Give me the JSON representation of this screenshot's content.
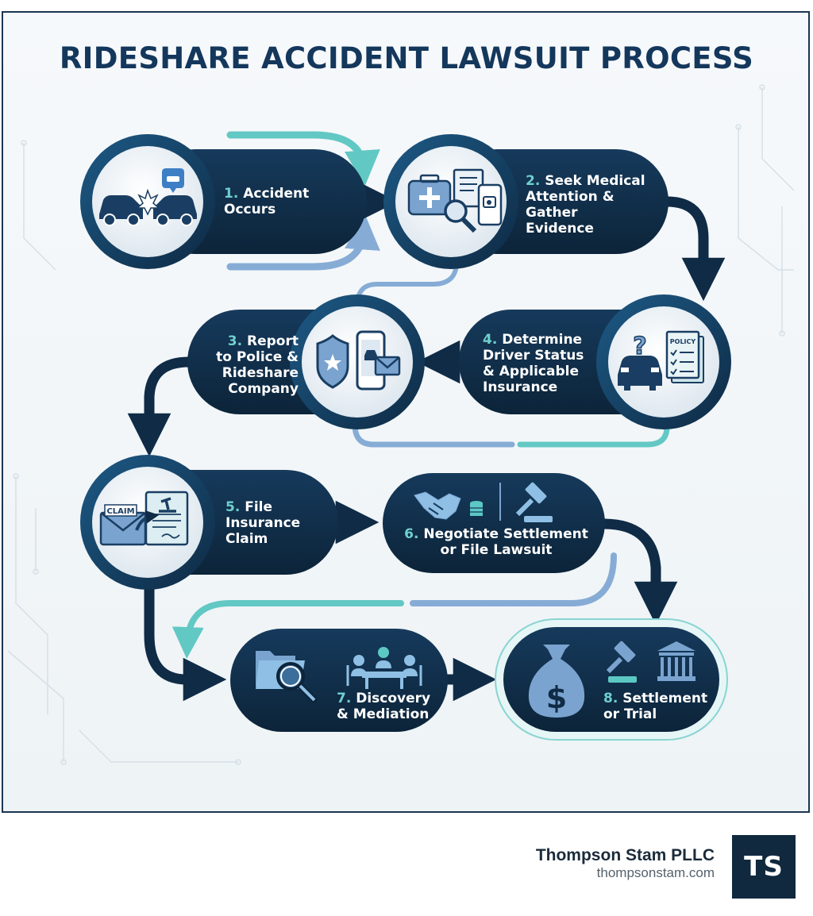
{
  "title": "RIDESHARE ACCIDENT LAWSUIT PROCESS",
  "steps": [
    {
      "num": "1.",
      "label": "Accident\nOccurs",
      "icon": "car-crash-icon"
    },
    {
      "num": "2.",
      "label": "Seek Medical\nAttention &\nGather\nEvidence",
      "icon": "medical-evidence-icon"
    },
    {
      "num": "3.",
      "label": "Report\nto Police &\nRideshare\nCompany",
      "icon": "police-badge-phone-icon"
    },
    {
      "num": "4.",
      "label": "Determine\nDriver Status\n& Applicable\nInsurance",
      "icon": "car-policy-icon"
    },
    {
      "num": "5.",
      "label": "File\nInsurance\nClaim",
      "icon": "claim-envelope-icon"
    },
    {
      "num": "6.",
      "label": "Negotiate Settlement\nor File Lawsuit",
      "icon": "handshake-gavel-icon"
    },
    {
      "num": "7.",
      "label": "Discovery\n& Mediation",
      "icon": "folder-search-meeting-icon"
    },
    {
      "num": "8.",
      "label": "Settlement\nor Trial",
      "icon": "money-bag-courthouse-icon"
    }
  ],
  "icon_labels": {
    "claim": "CLAIM",
    "policy": "POLICY"
  },
  "footer": {
    "company": "Thompson Stam PLLC",
    "website": "thompsonstam.com",
    "logo": "TS"
  },
  "colors": {
    "navy": "#0f2b46",
    "accent_teal": "#5cc8c4",
    "icon_blue": "#7aa4cf",
    "title": "#14375c"
  }
}
